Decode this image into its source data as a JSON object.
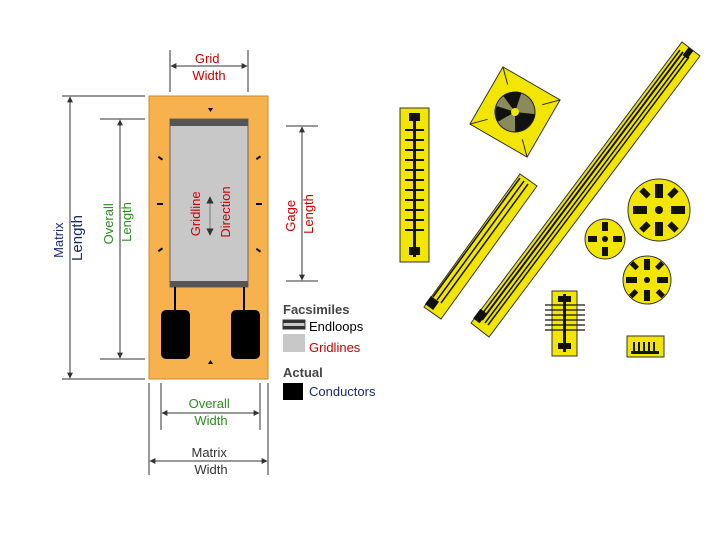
{
  "colors": {
    "matrix": "#F7B24D",
    "grid": "#C8C8C8",
    "endloop": "#555555",
    "conductor": "#000000",
    "red": "#CC0000",
    "green": "#2E8B1F",
    "navy": "#1A2A6C",
    "dark": "#333333",
    "gauge_yellow": "#F2E600"
  },
  "labels": {
    "grid_width": [
      "Grid",
      "Width"
    ],
    "matrix_length": [
      "Matrix",
      "Length"
    ],
    "overall_length": [
      "Overall",
      "Length"
    ],
    "gridline_direction": [
      "Gridline",
      "Direction"
    ],
    "gage_length": [
      "Gage",
      "Length"
    ],
    "overall_width": [
      "Overall",
      "Width"
    ],
    "matrix_width": [
      "Matrix",
      "Width"
    ]
  },
  "legend": {
    "facsimiles_title": "Facsimiles",
    "endloops": "Endloops",
    "gridlines": "Gridlines",
    "actual_title": "Actual",
    "conductors": "Conductors"
  },
  "icons": {
    "gauge_photos": [
      "linear-gauge",
      "rosette-gauge",
      "long-diagonal-gauge",
      "diagonal-gauge",
      "circular-rosette-gauge",
      "small-grid-gauge"
    ]
  }
}
